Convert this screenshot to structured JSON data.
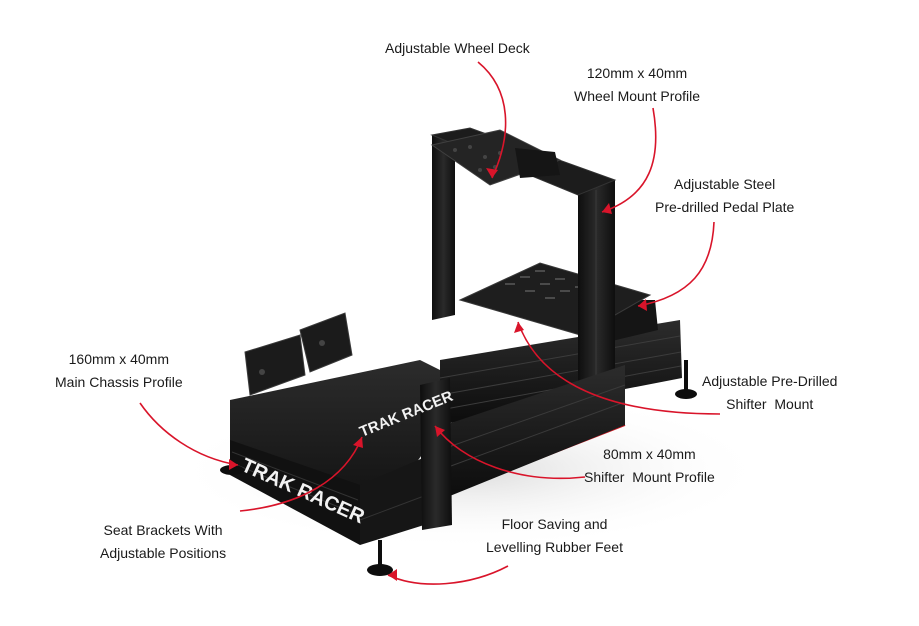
{
  "product": {
    "brand": "TRAK RACER"
  },
  "callouts": [
    {
      "id": "wheel-deck",
      "lines": [
        "Adjustable Wheel Deck"
      ]
    },
    {
      "id": "wheel-mount-profile",
      "lines": [
        "120mm x 40mm",
        "Wheel Mount Profile"
      ]
    },
    {
      "id": "pedal-plate",
      "lines": [
        "Adjustable Steel",
        "Pre-drilled Pedal Plate"
      ]
    },
    {
      "id": "main-chassis-profile",
      "lines": [
        "160mm x 40mm",
        "Main Chassis Profile"
      ]
    },
    {
      "id": "shifter-mount",
      "lines": [
        "Adjustable Pre-Drilled",
        "Shifter  Mount"
      ]
    },
    {
      "id": "shifter-mount-profile",
      "lines": [
        "80mm x 40mm",
        "Shifter  Mount Profile"
      ]
    },
    {
      "id": "seat-brackets",
      "lines": [
        "Seat Brackets With",
        "Adjustable Positions"
      ]
    },
    {
      "id": "rubber-feet",
      "lines": [
        "Floor Saving and",
        "Levelling Rubber Feet"
      ]
    }
  ],
  "colors": {
    "arrow": "#d9142a",
    "frame": "#141414",
    "frame_highlight": "#3a3a3a",
    "accent_stripe": "#c8141e",
    "text": "#1a1a1a"
  }
}
